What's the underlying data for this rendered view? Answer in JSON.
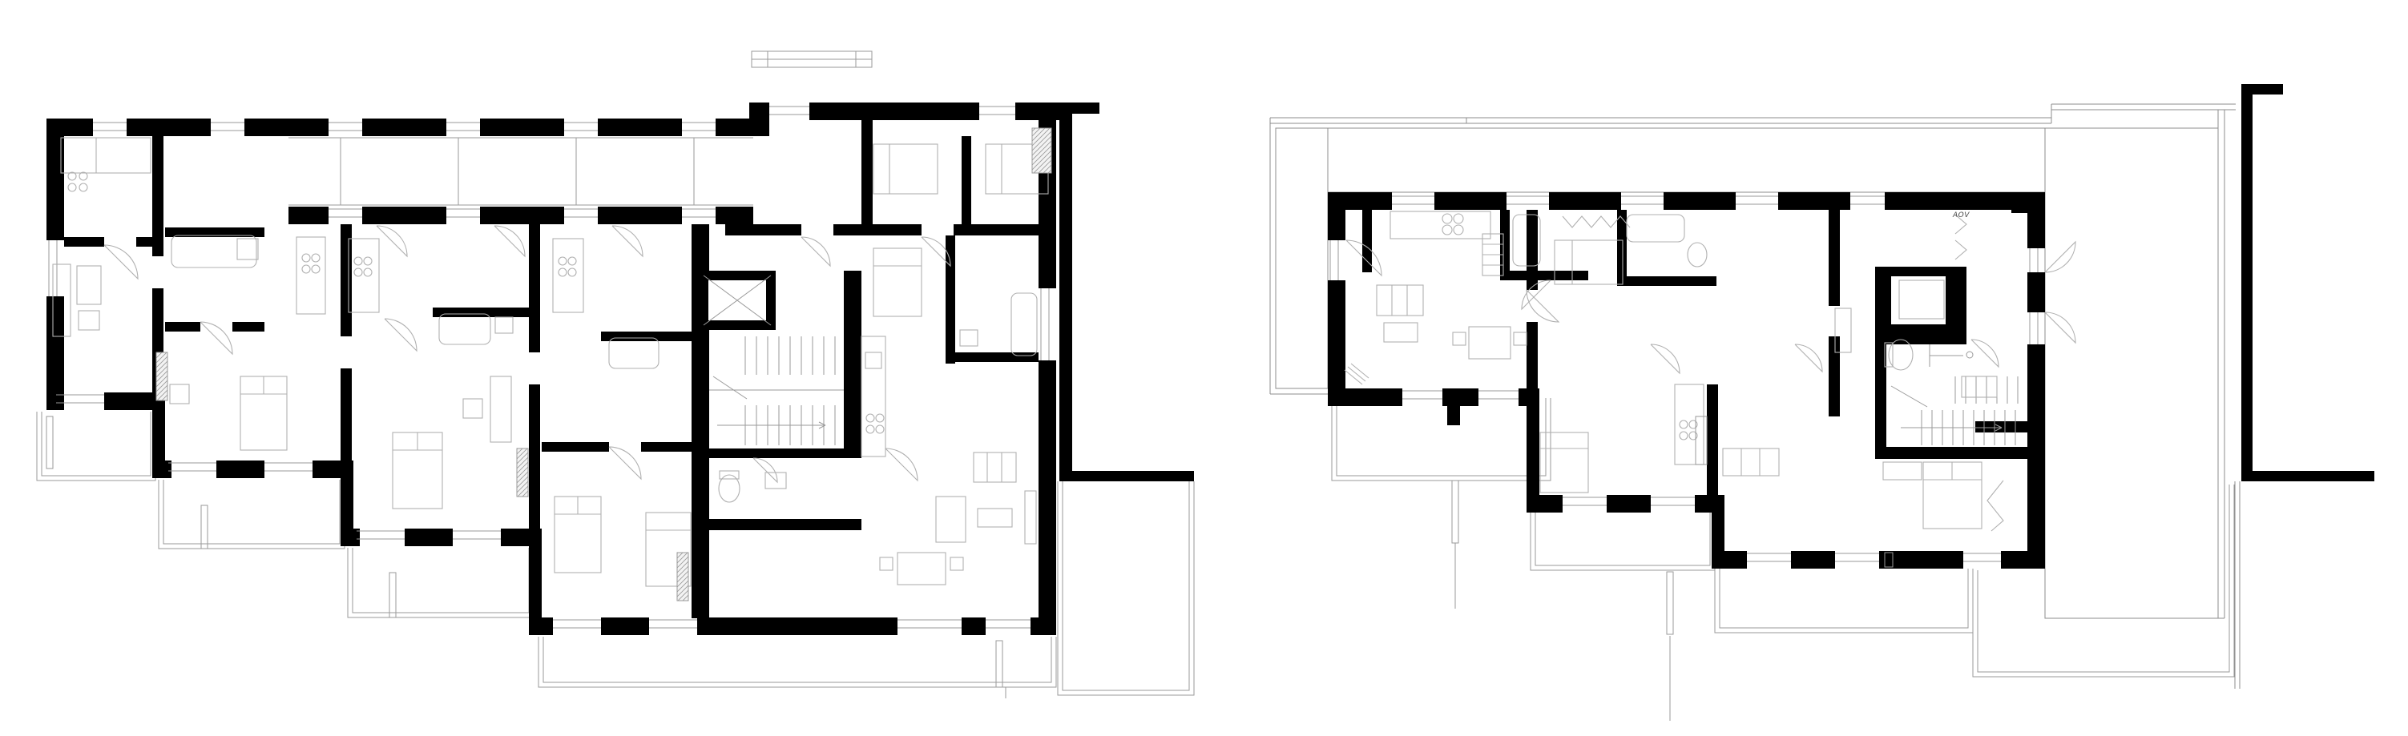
{
  "figure": {
    "type": "architectural-floor-plan-pair",
    "background": "#ffffff",
    "panels": [
      {
        "id": "typical-floor-plan",
        "position": "left",
        "features": [
          "stepped-apartment-bays",
          "access-gallery",
          "stair-core",
          "elevator-shaft",
          "lower-terrace-outlines",
          "detached-party-wall-right"
        ]
      },
      {
        "id": "roof-plan",
        "position": "right",
        "features": [
          "penthouse-units",
          "stippled-roof-terrace",
          "stair-core",
          "elevator-shaft",
          "lower-terrace-outlines",
          "detached-party-wall-right"
        ],
        "annotations": [
          {
            "text": "AOV"
          }
        ]
      }
    ]
  },
  "labels": {
    "roof_vent": "AOV"
  },
  "colors": {
    "wall": "#000000",
    "thin_line": "#9a9a9a",
    "parapet_line": "#8c8c8c",
    "furniture_line": "#b0b0b0",
    "terrace_fill": "#efeeec",
    "terrace_dot": "#d8d6d2",
    "annotation_text": "#4a4a4a"
  }
}
